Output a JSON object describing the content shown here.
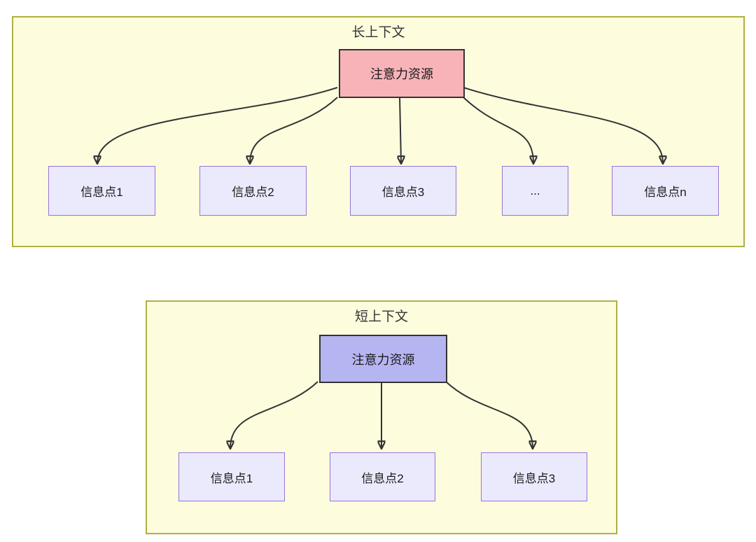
{
  "panels": [
    {
      "title": "长上下文",
      "attention_label": "注意力资源",
      "info_points": [
        "信息点1",
        "信息点2",
        "信息点3",
        "...",
        "信息点n"
      ]
    },
    {
      "title": "短上下文",
      "attention_label": "注意力资源",
      "info_points": [
        "信息点1",
        "信息点2",
        "信息点3"
      ]
    }
  ],
  "colors": {
    "panel_background": "#fdfdde",
    "panel_border": "#b0b040",
    "long_attention_fill": "#f8b3b9",
    "short_attention_fill": "#b5b5f2",
    "attention_border": "#333333",
    "info_fill": "#eaeafc",
    "info_border": "#9673d9",
    "arrow": "#333333",
    "text": "#333333"
  }
}
